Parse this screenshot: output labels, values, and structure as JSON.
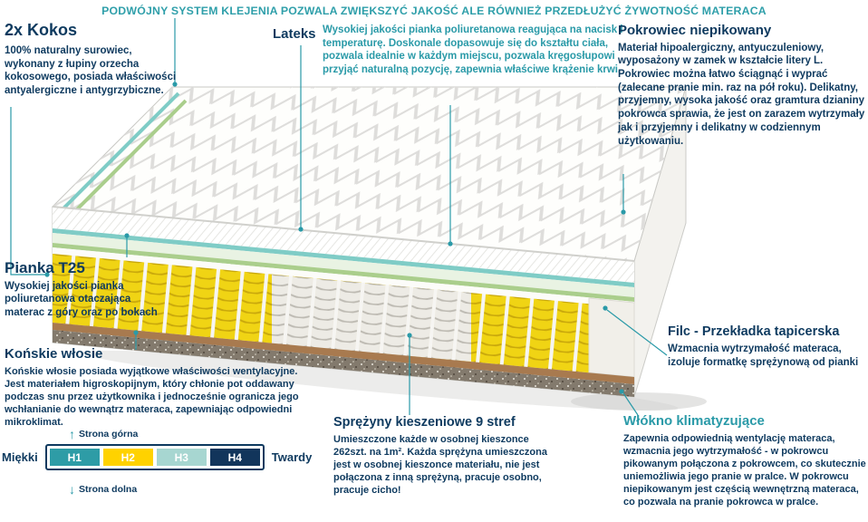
{
  "banner": {
    "text": "PODWÓJNY SYSTEM KLEJENIA POZWALA ZWIĘKSZYĆ JAKOŚĆ ALE RÓWNIEŻ PRZEDŁUŻYĆ ŻYWOTNOŚĆ MATERACA"
  },
  "callouts": {
    "kokos": {
      "title": "2x Kokos",
      "body": "100% naturalny surowiec, wykonany z łupiny orzecha kokosowego, posiada właściwości antyalergiczne i antygrzybiczne."
    },
    "lateks": {
      "title": "Lateks"
    },
    "pianka_termoelastyczna": {
      "body": "Wysokiej jakości pianka poliuretanowa reagująca na nacisk i temperaturę. Doskonale dopasowuje się do kształtu ciała, pozwala idealnie w każdym miejscu, pozwala kręgosłupowi przyjąć naturalną pozycję, zapewnia właściwe krążenie krwi."
    },
    "pokrowiec": {
      "title": "Pokrowiec niepikowany",
      "body": "Materiał hipoalergiczny, antyuczuleniowy, wyposażony w zamek w kształcie litery L. Pokrowiec można łatwo ściągnąć i wyprać (zalecane pranie min. raz na pół roku). Delikatny, przyjemny, wysoka jakość oraz gramtura dzianiny pokrowca sprawia, że jest on zarazem wytrzymały jak i przyjemny i delikatny w codziennym użytkowaniu."
    },
    "pianka_t25": {
      "title": "Pianka T25",
      "body": "Wysokiej jakości pianka poliuretanowa otaczająca materac z góry oraz po bokach"
    },
    "konskie_wlosie": {
      "title": "Końskie włosie",
      "body": "Końskie włosie posiada wyjątkowe właściwości wentylacyjne. Jest materiałem higroskopijnym, który chłonie pot oddawany podczas snu przez użytkownika i jednocześnie ogranicza jego wchłanianie do wewnątrz materaca, zapewniając odpowiedni mikroklimat."
    },
    "sprezyny": {
      "title": "Sprężyny kieszeniowe 9 stref",
      "body": "Umieszczone każde w osobnej kieszonce 262szt. na 1m². Każda sprężyna umieszczona jest w osobnej kieszonce materiału, nie jest połączona z inną sprężyną, pracuje osobno, pracuje cicho!"
    },
    "filc": {
      "title": "Filc - Przekładka tapicerska",
      "body": "Wzmacnia wytrzymałość materaca, izoluje formatkę sprężynową od pianki"
    },
    "wlokno": {
      "title": "Włókno klimatyzujące",
      "body": "Zapewnia odpowiednią wentylację materaca, wzmacnia jego wytrzymałość - w pokrowcu pikowanym połączona z pokrowcem, co skutecznie uniemożliwia jego pranie w pralce. W pokrowcu niepikowanym jest częścią wewnętrzną materaca, co pozwala na pranie pokrowca w pralce."
    }
  },
  "firmness": {
    "soft_label": "Miękki",
    "hard_label": "Twardy",
    "top_side_label": "Strona górna",
    "bottom_side_label": "Strona dolna",
    "levels": [
      {
        "label": "H1",
        "color": "#2e9ca6"
      },
      {
        "label": "H2",
        "color": "#ffd200"
      },
      {
        "label": "H3",
        "color": "#a7d6d1"
      },
      {
        "label": "H4",
        "color": "#12355b"
      }
    ]
  },
  "icons": {
    "arrow_up": "↑",
    "arrow_down": "↓"
  },
  "colors": {
    "accent_teal": "#2a9aa8",
    "navy": "#0e3a5f",
    "spring_yellow": "#f0d414",
    "coconut_brown": "#a87a4f"
  }
}
